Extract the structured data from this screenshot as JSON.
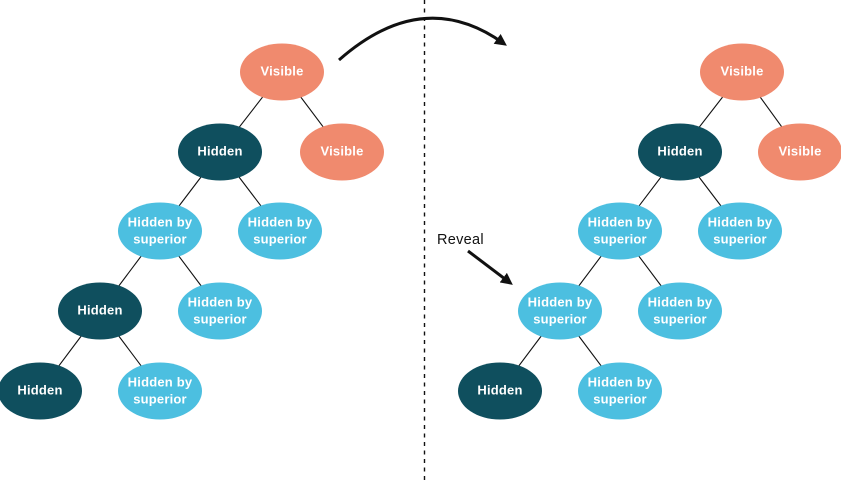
{
  "annotations": {
    "reveal_label": "Reveal",
    "transition_arrow": "curved arrow from left tree to right tree",
    "divider": "vertical dashed separator line"
  },
  "colors": {
    "visible_fill": "#F08A6E",
    "hidden_fill": "#0F4F5E",
    "hidden_by_superior_fill": "#4CBFE0",
    "node_text": "#FFFFFF",
    "line": "#111111",
    "background": "#FFFFFF"
  },
  "trees": {
    "before": {
      "side": "left",
      "nodes": [
        {
          "label": "Visible",
          "state": "visible"
        },
        {
          "label": "Hidden",
          "state": "hidden"
        },
        {
          "label": "Visible",
          "state": "visible"
        },
        {
          "label": "Hidden by superior",
          "state": "hidden-by-superior"
        },
        {
          "label": "Hidden by superior",
          "state": "hidden-by-superior"
        },
        {
          "label": "Hidden",
          "state": "hidden"
        },
        {
          "label": "Hidden by superior",
          "state": "hidden-by-superior"
        },
        {
          "label": "Hidden",
          "state": "hidden"
        },
        {
          "label": "Hidden by superior",
          "state": "hidden-by-superior"
        }
      ]
    },
    "after": {
      "side": "right",
      "nodes": [
        {
          "label": "Visible",
          "state": "visible"
        },
        {
          "label": "Hidden",
          "state": "hidden"
        },
        {
          "label": "Visible",
          "state": "visible"
        },
        {
          "label": "Hidden by superior",
          "state": "hidden-by-superior"
        },
        {
          "label": "Hidden by superior",
          "state": "hidden-by-superior"
        },
        {
          "label": "Hidden by superior",
          "state": "hidden-by-superior"
        },
        {
          "label": "Hidden by superior",
          "state": "hidden-by-superior"
        },
        {
          "label": "Hidden",
          "state": "hidden"
        },
        {
          "label": "Hidden by superior",
          "state": "hidden-by-superior"
        }
      ]
    }
  }
}
